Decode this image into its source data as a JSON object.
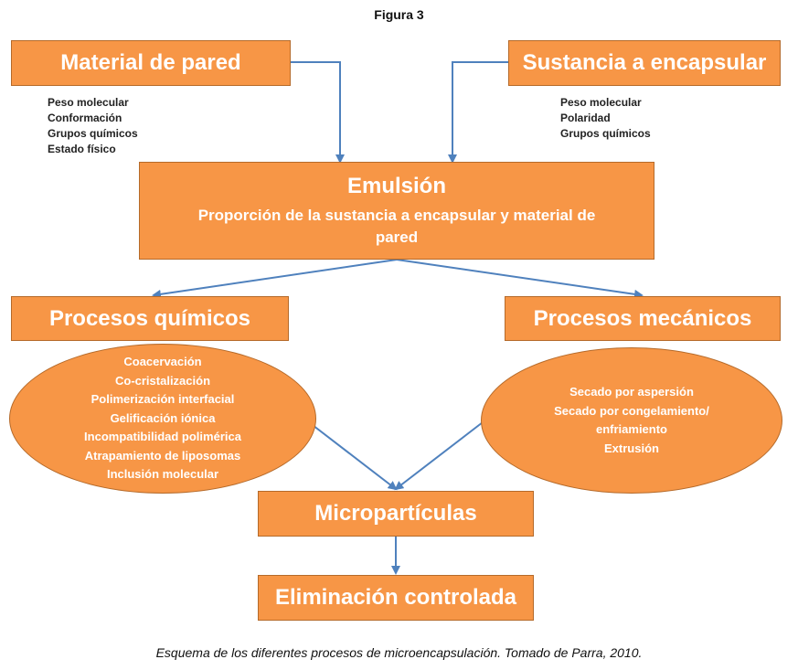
{
  "figure_title": "Figura 3",
  "wall_material": {
    "title": "Material de pared",
    "properties": [
      "Peso molecular",
      "Conformación",
      "Grupos químicos",
      "Estado físico"
    ]
  },
  "encapsulate": {
    "title": "Sustancia a encapsular",
    "properties": [
      "Peso molecular",
      "Polaridad",
      "Grupos químicos"
    ]
  },
  "emulsion": {
    "title": "Emulsión",
    "line1": "Proporción de la sustancia a encapsular y material de",
    "line2": "pared"
  },
  "chemical": {
    "title": "Procesos químicos",
    "items": [
      "Coacervación",
      "Co-cristalización",
      "Polimerización interfacial",
      "Gelificación iónica",
      "Incompatibilidad polimérica",
      "Atrapamiento de liposomas",
      "Inclusión molecular"
    ]
  },
  "mechanical": {
    "title": "Procesos mecánicos",
    "items": [
      "Secado por aspersión",
      "Secado por congelamiento/",
      "enfriamiento",
      "Extrusión"
    ]
  },
  "microparticles": {
    "title": "Micropartículas"
  },
  "release": {
    "title": "Eliminación controlada"
  },
  "caption": "Esquema de los diferentes procesos de microencapsulación. Tomado de Parra, 2010.",
  "colors": {
    "box": "#F79646",
    "arrow": "#4F81BD",
    "text": "#ffffff"
  }
}
